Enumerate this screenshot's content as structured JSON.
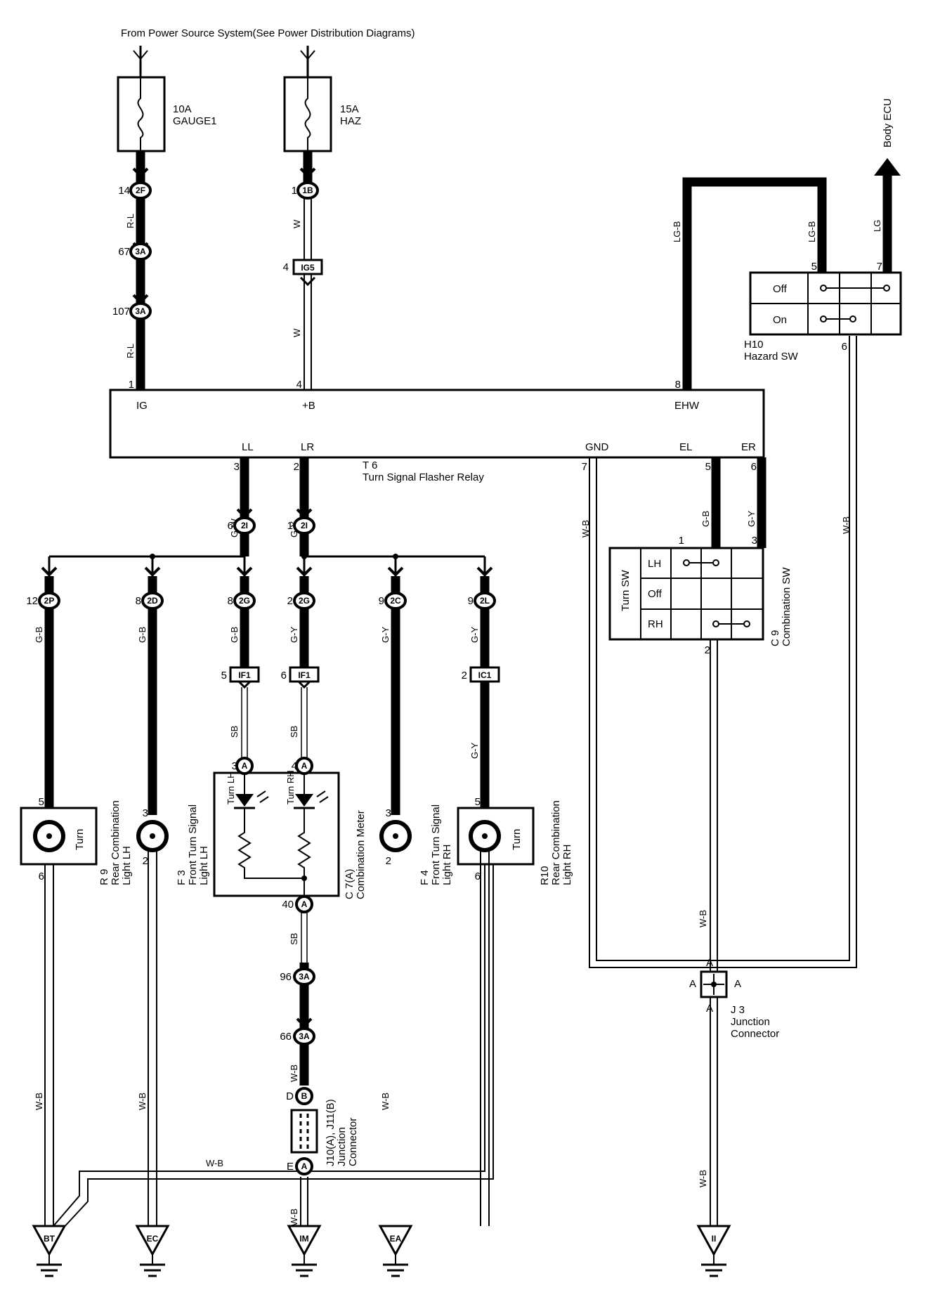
{
  "header": "From Power Source System(See Power Distribution Diagrams)",
  "fuses": [
    {
      "rating": "10A",
      "name": "GAUGE1"
    },
    {
      "rating": "15A",
      "name": "HAZ"
    }
  ],
  "relay": {
    "id": "T 6",
    "name": "Turn Signal Flasher Relay",
    "terminals": [
      "IG",
      "+B",
      "EHW",
      "LL",
      "LR",
      "GND",
      "EL",
      "ER"
    ]
  },
  "hazard_switch": {
    "id": "H10",
    "name": "Hazard SW",
    "positions": [
      "Off",
      "On"
    ],
    "output": "Body ECU"
  },
  "combination_switch": {
    "id": "C 9",
    "name": "Combination SW",
    "group": "Turn SW",
    "positions": [
      "LH",
      "Off",
      "RH"
    ]
  },
  "components": [
    {
      "id": "R 9",
      "line1": "Rear Combination",
      "line2": "Light LH",
      "inner": "Turn"
    },
    {
      "id": "F 3",
      "line1": "Front Turn Signal",
      "line2": "Light LH"
    },
    {
      "id": "C 7(A)",
      "line1": "Combination Meter",
      "lamp_lh": "Turn LH",
      "lamp_rh": "Turn RH"
    },
    {
      "id": "F 4",
      "line1": "Front Turn Signal",
      "line2": "Light RH"
    },
    {
      "id": "R10",
      "line1": "Rear Combination",
      "line2": "Light RH",
      "inner": "Turn"
    }
  ],
  "junctions": [
    {
      "id": "J10(A), J11(B)",
      "name": "Junction",
      "name2": "Connector"
    },
    {
      "id": "J 3",
      "name": "Junction",
      "name2": "Connector"
    }
  ],
  "connectors": [
    "2F",
    "3A",
    "3A",
    "1B",
    "IG5",
    "2I",
    "2I",
    "2P",
    "2D",
    "2G",
    "2G",
    "2C",
    "2L",
    "IF1",
    "IF1",
    "IC1",
    "A",
    "A",
    "A",
    "3A",
    "3A",
    "B",
    "A"
  ],
  "pins": [
    "14",
    "67",
    "107",
    "1",
    "4",
    "1",
    "4",
    "8",
    "5",
    "7",
    "6",
    "3",
    "2",
    "7",
    "5",
    "6",
    "6",
    "1",
    "12",
    "8",
    "8",
    "2",
    "9",
    "9",
    "5",
    "6",
    "2",
    "1",
    "3",
    "2",
    "3",
    "4",
    "5",
    "3",
    "3",
    "5",
    "6",
    "2",
    "2",
    "6",
    "40",
    "96",
    "66",
    "D",
    "E",
    "A",
    "A",
    "A",
    "A"
  ],
  "wire_colors": [
    "R-L",
    "R-L",
    "W",
    "W",
    "LG-B",
    "LG-B",
    "LG",
    "G-W",
    "G-Y",
    "W-B",
    "G-B",
    "G-Y",
    "W-B",
    "G-B",
    "G-B",
    "G-B",
    "G-Y",
    "G-Y",
    "G-Y",
    "SB",
    "SB",
    "G-Y",
    "SB",
    "W-B",
    "W-B",
    "W-B",
    "W-B",
    "W-B",
    "W-B",
    "W-B",
    "W-B",
    "W-B"
  ],
  "grounds": [
    "BT",
    "EC",
    "IM",
    "EA",
    "II"
  ]
}
